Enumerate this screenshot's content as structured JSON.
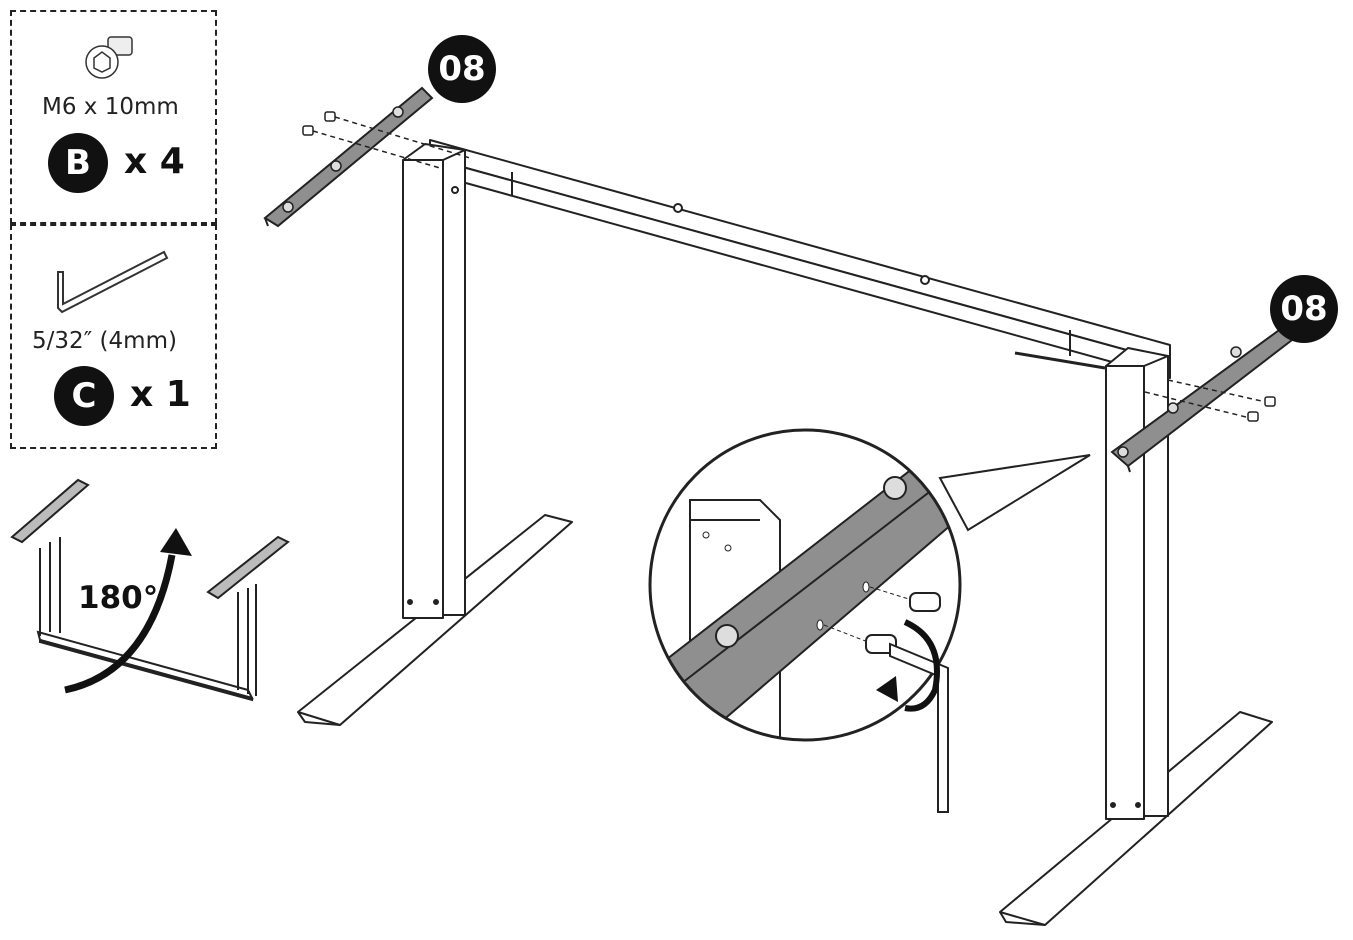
{
  "parts": [
    {
      "icon": "bolt-icon",
      "spec": "M6 x 10mm",
      "badge": "B",
      "quantity": "x 4"
    },
    {
      "icon": "hex-key-icon",
      "spec": "5/32″ (4mm)",
      "badge": "C",
      "quantity": "x 1"
    }
  ],
  "step_badges": [
    "08",
    "08"
  ],
  "rotation_label": "180°",
  "colors": {
    "ink": "#111111",
    "bracket_fill": "#8f8f8f",
    "paper": "#ffffff"
  }
}
